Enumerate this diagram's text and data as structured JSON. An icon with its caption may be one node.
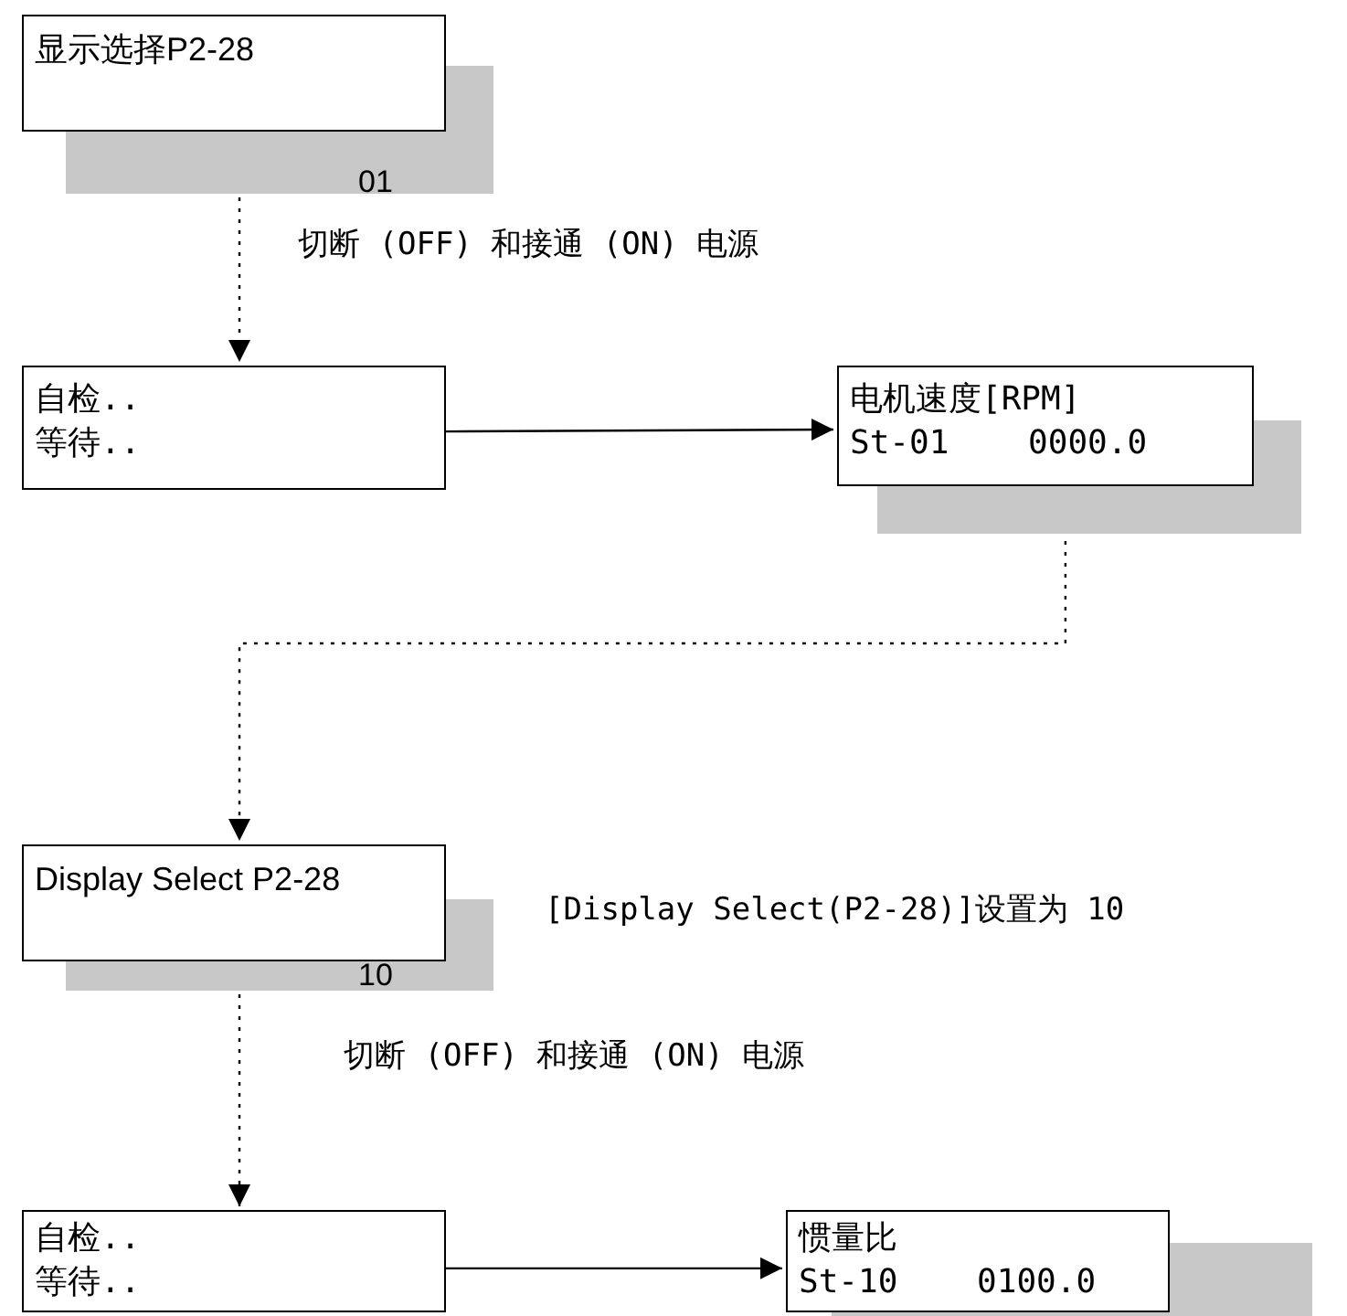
{
  "diagram": {
    "nodes": [
      {
        "text": [
          "显示选择P2-28"
        ],
        "beside": [
          "01"
        ]
      },
      {
        "text": [
          "自检..",
          "等待.."
        ]
      },
      {
        "text": [
          "电机速度[RPM]",
          "St-01    0000.0"
        ]
      },
      {
        "text": [
          "Display Select P2-28"
        ],
        "beside": [
          "10"
        ]
      },
      {
        "text": [
          "自检..",
          "等待.."
        ]
      },
      {
        "text": [
          "惯量比",
          "St-10    0100.0"
        ]
      }
    ],
    "edges": [
      {
        "from": 0,
        "to": 1,
        "arrow": "to",
        "style": "dashed",
        "label": "切断 (OFF) 和接通 (ON) 电源"
      },
      {
        "from": 1,
        "to": 2,
        "arrow": "to"
      },
      {
        "from": 2,
        "to": 3,
        "arrow": "to",
        "style": "dashed"
      },
      {
        "from": 3,
        "to": 4,
        "arrow": "to",
        "style": "dashed",
        "label": "切断 (OFF) 和接通 (ON) 电源"
      },
      {
        "from": 4,
        "to": 5,
        "arrow": "to"
      }
    ],
    "labels": [
      "[Display Select(P2-28)]设置为 10"
    ]
  }
}
